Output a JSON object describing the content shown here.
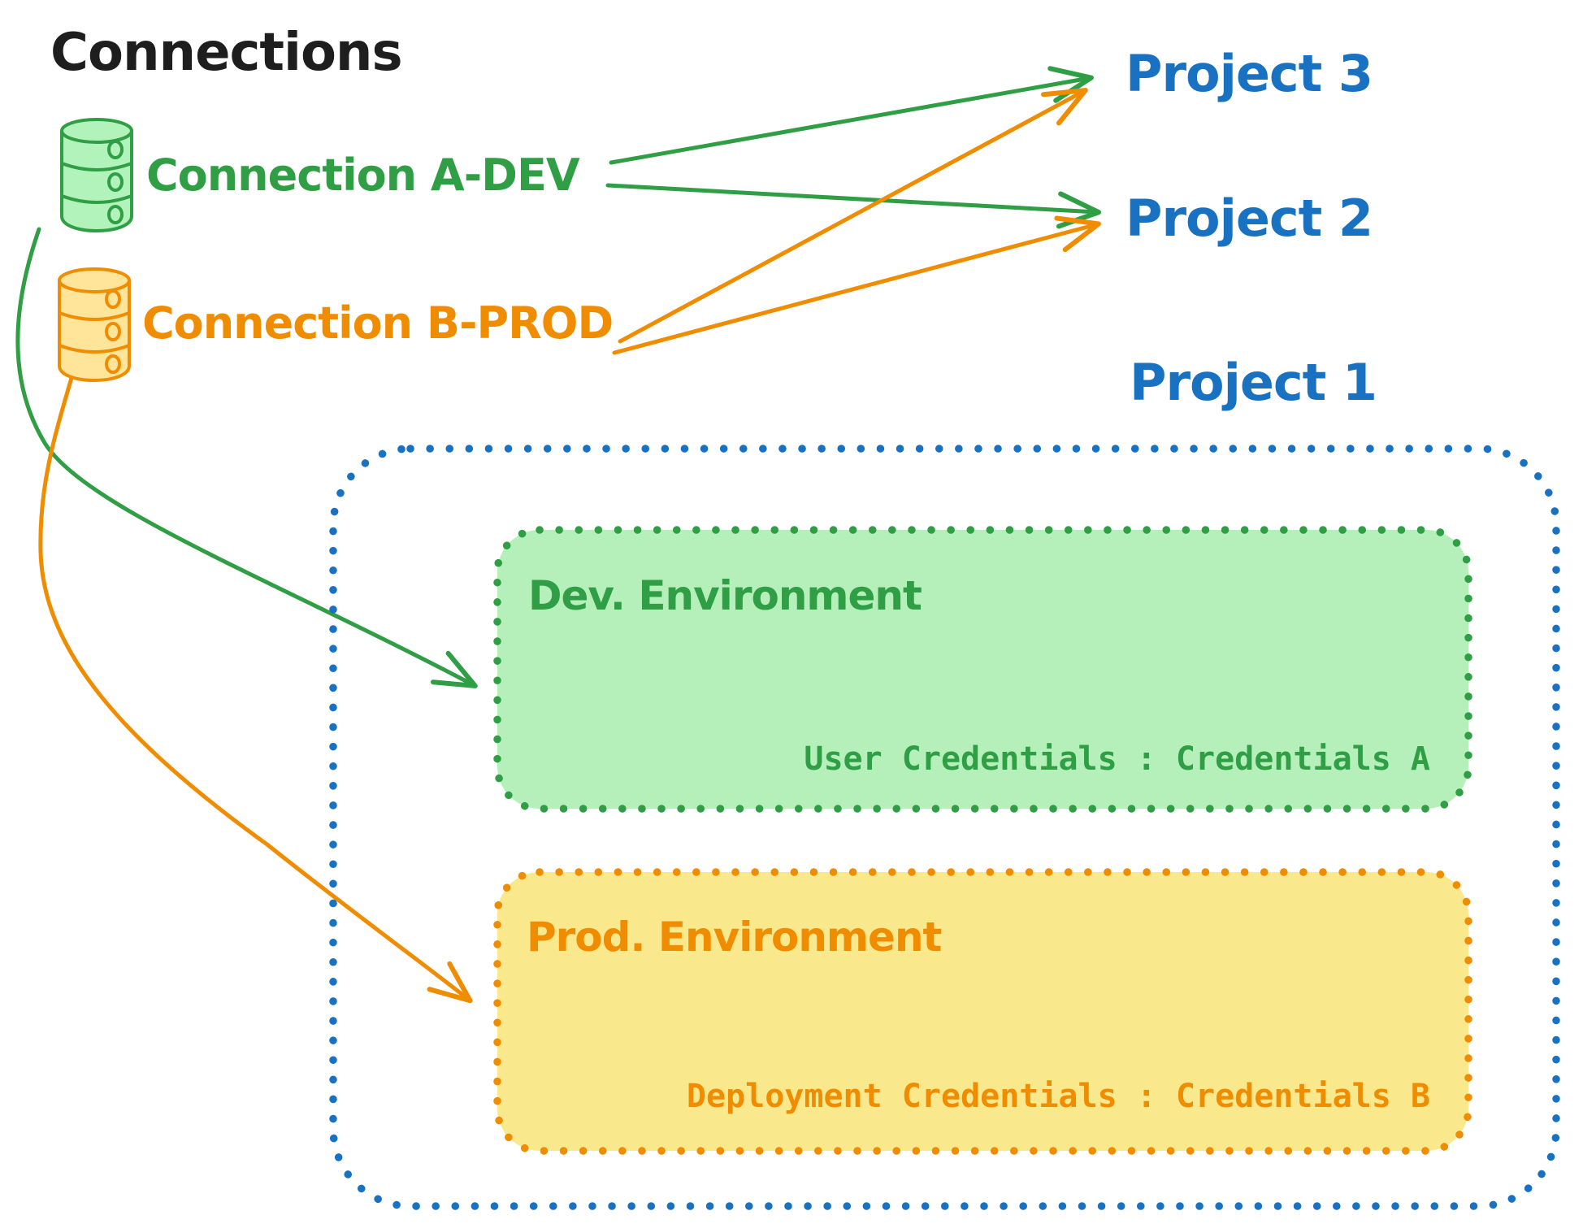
{
  "diagram": {
    "title": "Connections",
    "palette": {
      "ink": "#1e1e1e",
      "green": "#2f9e44",
      "green_fill": "#b5f0ba",
      "orange": "#f08c00",
      "orange_fill": "#fae88c",
      "orange_db_fill": "#ffe599",
      "green_db_fill": "#b2f2bb",
      "blue": "#1971c2",
      "background": "#ffffff"
    },
    "connections": [
      {
        "label": "Connection A-DEV",
        "icon": "database",
        "color": "#2f9e44"
      },
      {
        "label": "Connection B-PROD",
        "icon": "database",
        "color": "#f08c00"
      }
    ],
    "projects": [
      "Project 3",
      "Project 2",
      "Project 1"
    ],
    "arrows": [
      {
        "from": "Connection A-DEV",
        "to": "Project 3",
        "color": "#2f9e44",
        "style": "straight"
      },
      {
        "from": "Connection A-DEV",
        "to": "Project 2",
        "color": "#2f9e44",
        "style": "straight"
      },
      {
        "from": "Connection B-PROD",
        "to": "Project 3",
        "color": "#f08c00",
        "style": "straight"
      },
      {
        "from": "Connection B-PROD",
        "to": "Project 2",
        "color": "#f08c00",
        "style": "straight"
      },
      {
        "from": "Connection A-DEV",
        "to": "Dev. Environment",
        "color": "#2f9e44",
        "style": "curved"
      },
      {
        "from": "Connection B-PROD",
        "to": "Prod. Environment",
        "color": "#f08c00",
        "style": "curved"
      }
    ],
    "project1": {
      "label": "Project 1",
      "environments": [
        {
          "title": "Dev. Environment",
          "credentials_label": "User Credentials : Credentials A",
          "stroke": "#2f9e44",
          "fill": "#b5f0ba"
        },
        {
          "title": "Prod. Environment",
          "credentials_label": "Deployment Credentials : Credentials B",
          "stroke": "#f08c00",
          "fill": "#fae88c"
        }
      ]
    }
  }
}
